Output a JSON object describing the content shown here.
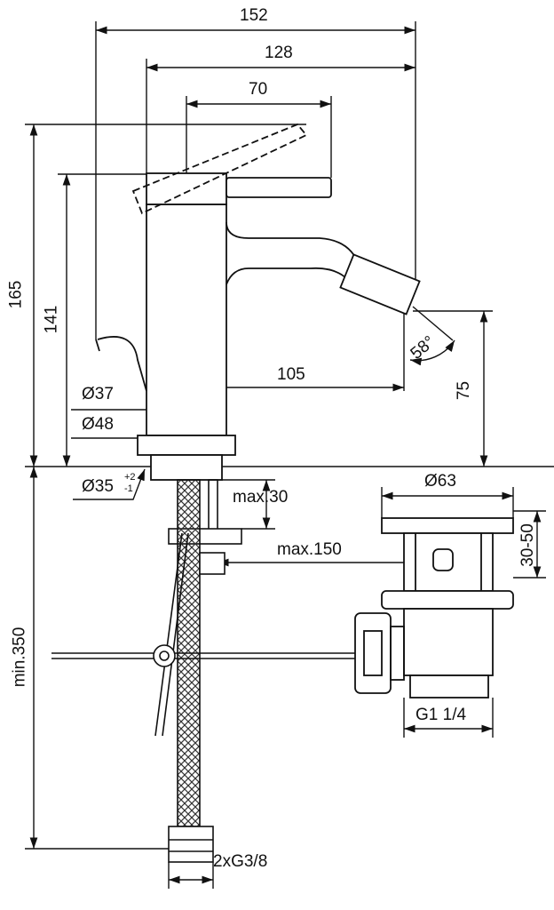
{
  "drawing": {
    "dimensions": {
      "overall_width": "152",
      "spout_reach": "128",
      "lever_length": "70",
      "total_height": "165",
      "body_height": "141",
      "outlet_distance": "105",
      "outlet_height": "75",
      "spray_angle": "58°",
      "body_diameter": "Ø37",
      "base_diameter": "Ø48",
      "hole_diameter": "Ø35",
      "hole_tolerance_plus": "+2",
      "hole_tolerance_minus": "-1",
      "max_deck_thickness": "max.30",
      "max_rod_length": "max.150",
      "min_hose_length": "min.350",
      "drain_diameter": "Ø63",
      "drain_adjust": "30-50",
      "drain_thread": "G1 1/4",
      "hose_thread": "2xG3/8"
    },
    "colors": {
      "line": "#111111",
      "background": "#ffffff"
    }
  }
}
